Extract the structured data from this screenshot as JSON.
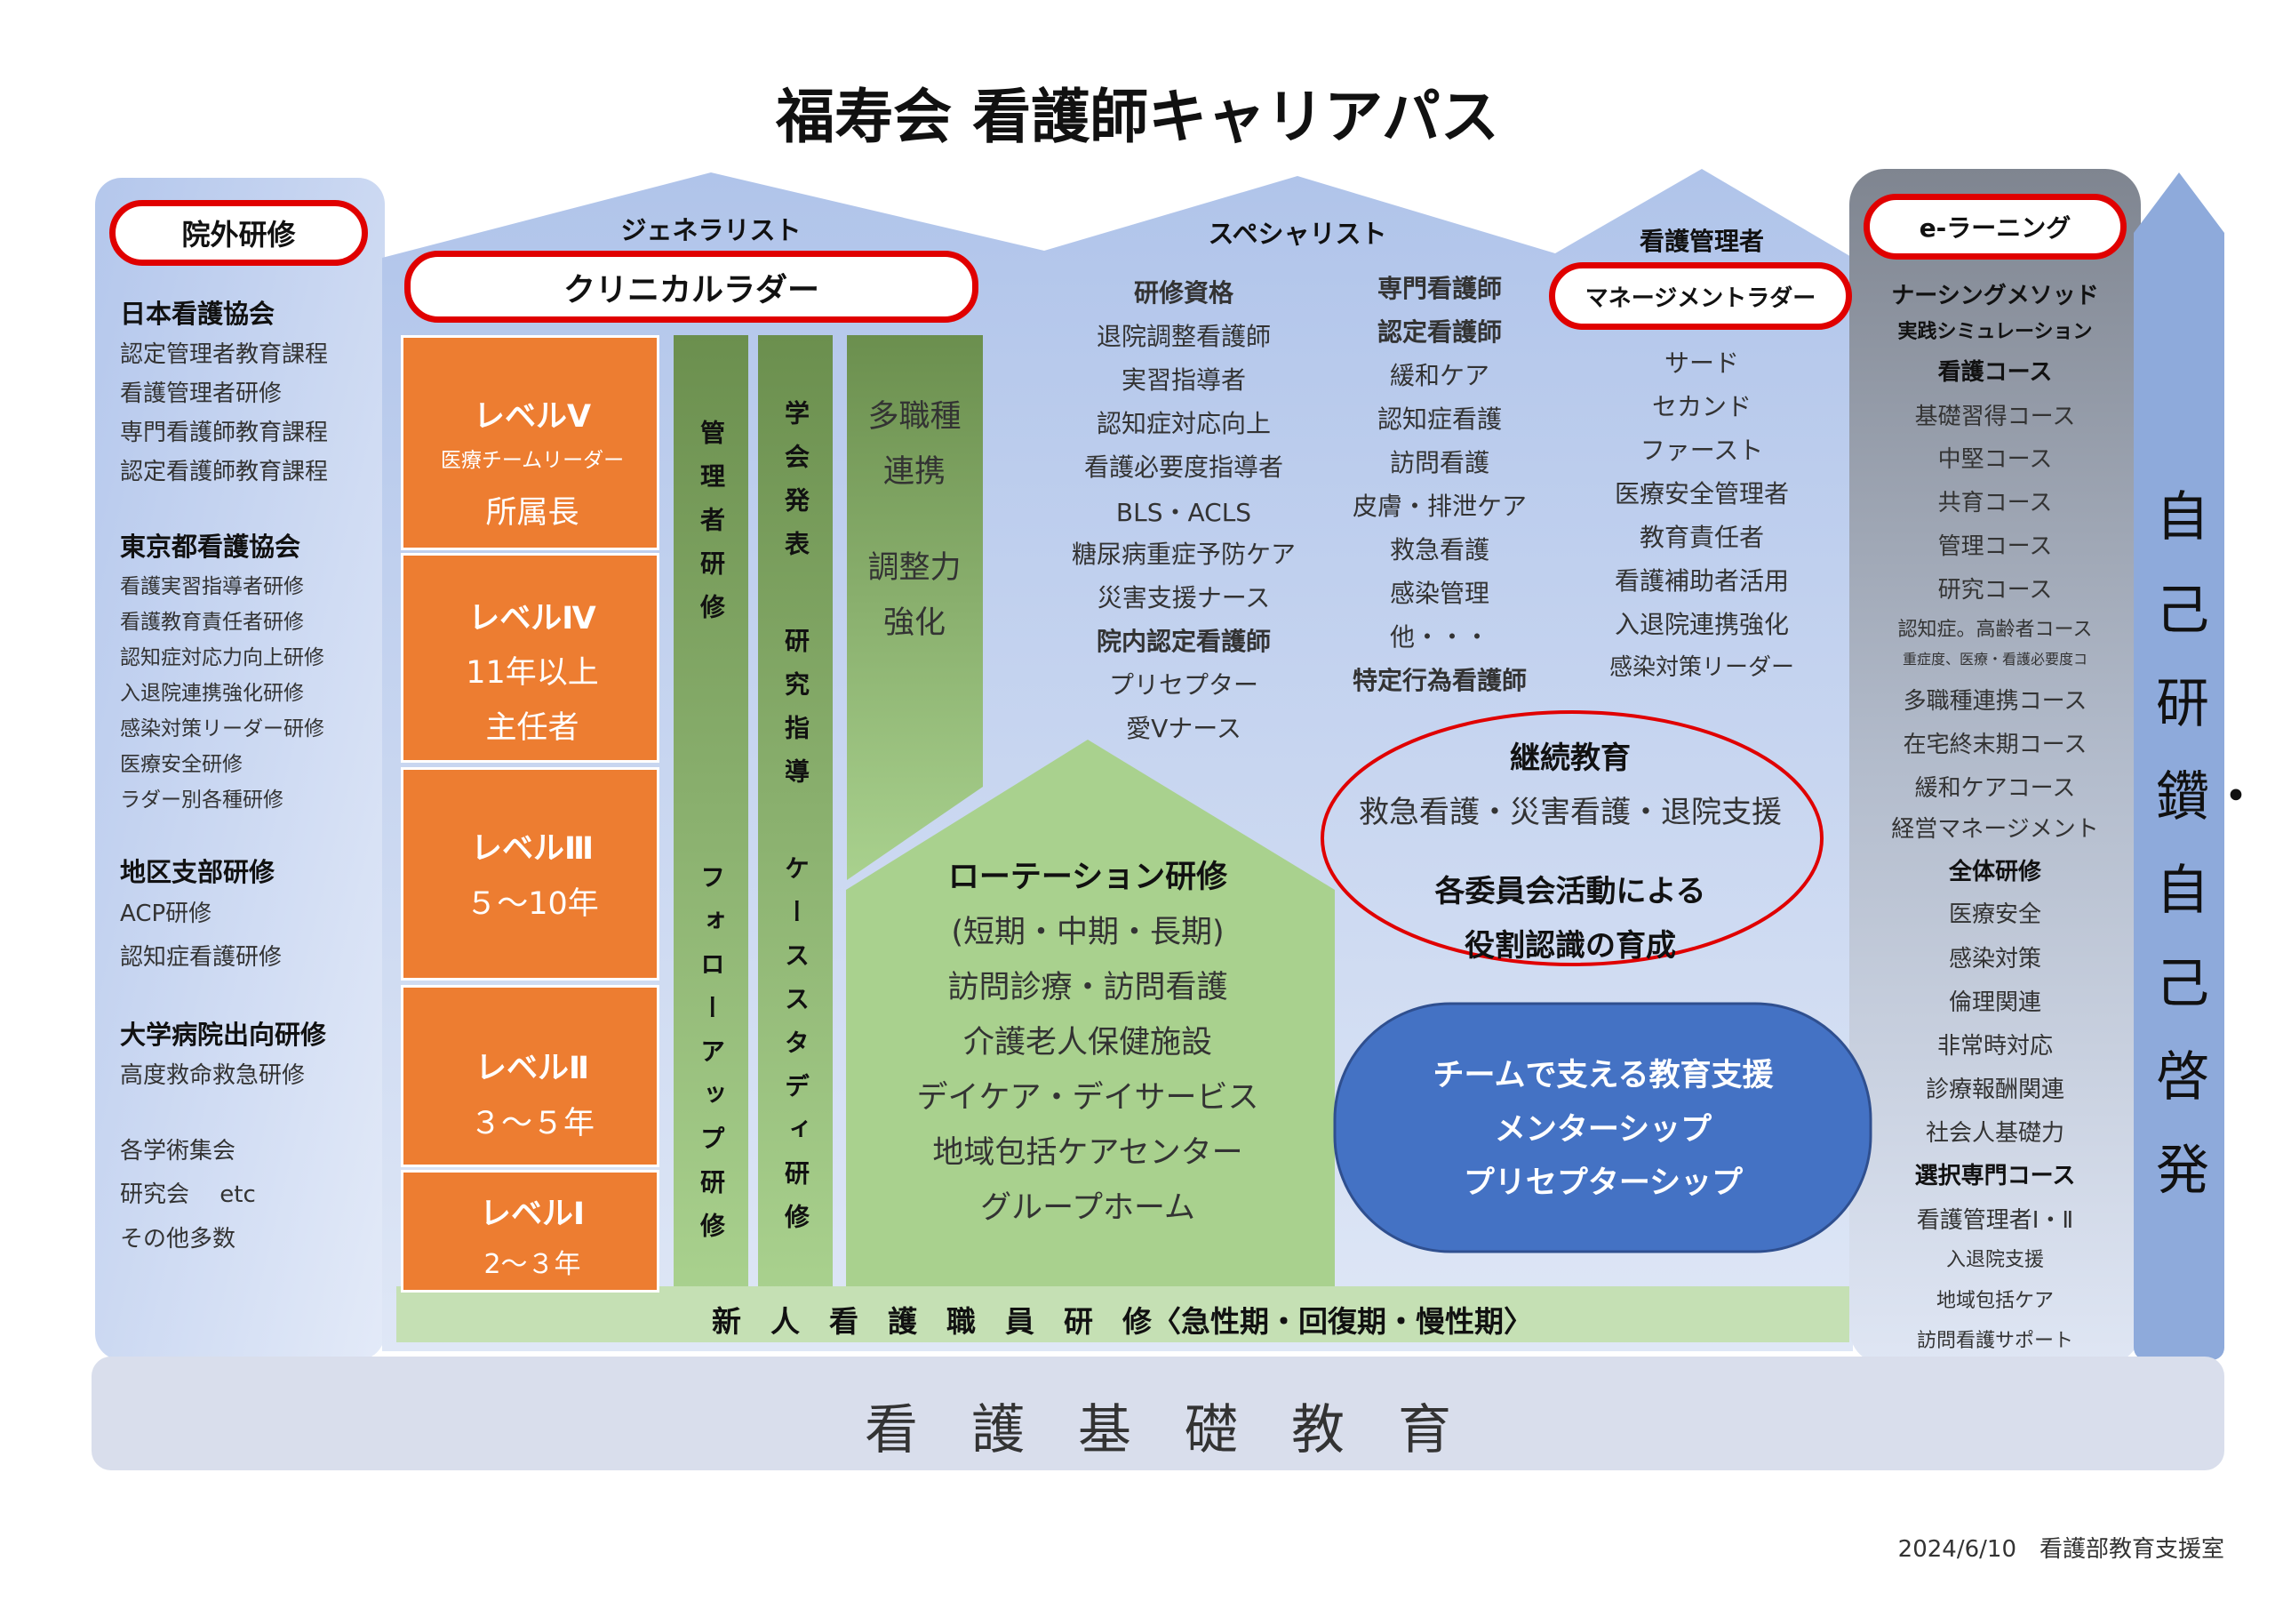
{
  "title": "福寿会 看護師キャリアパス",
  "outside": {
    "box": "院外研修",
    "groups": [
      {
        "heading": "日本看護協会",
        "items": [
          "認定管理者教育課程",
          "看護管理者研修",
          "専門看護師教育課程",
          "認定看護師教育課程"
        ]
      },
      {
        "heading": "東京都看護協会",
        "items": [
          "看護実習指導者研修",
          "看護教育責任者研修",
          "認知症対応力向上研修",
          "入退院連携強化研修",
          "感染対策リーダー研修",
          "医療安全研修",
          "ラダー別各種研修"
        ]
      },
      {
        "heading": "地区支部研修",
        "items": [
          "ACP研修",
          "認知症看護研修"
        ]
      },
      {
        "heading": "大学病院出向研修",
        "items": [
          "高度救命救急研修"
        ]
      },
      {
        "heading": "",
        "items": [
          "各学術集会",
          "研究会　 etc",
          "その他多数"
        ]
      }
    ]
  },
  "generalist": {
    "label": "ジェネラリスト",
    "ladder": "クリニカルラダー",
    "levels": [
      {
        "name": "レベルⅤ",
        "sub": "医療チームリーダー",
        "role": "所属長"
      },
      {
        "name": "レベルⅣ",
        "years": "11年以上",
        "role": "主任者"
      },
      {
        "name": "レベルⅢ",
        "years": "５～10年"
      },
      {
        "name": "レベルⅡ",
        "years": "３～５年"
      },
      {
        "name": "レベルⅠ",
        "years": "2～３年"
      }
    ],
    "col_mgmt": [
      "管理者研修",
      "フォローアップ研修"
    ],
    "col_research": [
      "学会発表",
      "研究指導",
      "ケーススタディ研修"
    ],
    "col_multi": [
      "多職種",
      "連携",
      "調整力",
      "強化"
    ]
  },
  "rotation": {
    "title": "ローテーション研修",
    "items": [
      "(短期・中期・長期)",
      "訪問診療・訪問看護",
      "介護老人保健施設",
      "デイケア・デイサービス",
      "地域包括ケアセンター",
      "グループホーム"
    ]
  },
  "specialist": {
    "label": "スペシャリスト",
    "qual": {
      "heading": "研修資格",
      "items": [
        "退院調整看護師",
        "実習指導者",
        "認知症対応向上",
        "看護必要度指導者",
        "BLS・ACLS",
        "糖尿病重症予防ケア",
        "災害支援ナース"
      ],
      "heading2": "院内認定看護師",
      "items2": [
        "プリセプター",
        "愛Vナース"
      ]
    },
    "cert": {
      "heading": "専門看護師",
      "heading2": "認定看護師",
      "items": [
        "緩和ケア",
        "認知症看護",
        "訪問看護",
        "皮膚・排泄ケア",
        "救急看護",
        "感染管理",
        "他・・・"
      ],
      "heading3": "特定行為看護師"
    }
  },
  "manager": {
    "label": "看護管理者",
    "ladder": "マネージメントラダー",
    "items": [
      "サード",
      "セカンド",
      "ファースト",
      "医療安全管理者",
      "教育責任者",
      "看護補助者活用",
      "入退院連携強化",
      "感染対策リーダー"
    ]
  },
  "continuing": {
    "title": "継続教育",
    "line1": "救急看護・災害看護・退院支援",
    "line2": "各委員会活動による",
    "line3": "役割認識の育成"
  },
  "team": {
    "line1": "チームで支える教育支援",
    "line2": "メンターシップ",
    "line3": "プリセプターシップ"
  },
  "elearning": {
    "box": "e-ラーニング",
    "items": [
      {
        "t": "ナーシングメソッド",
        "k": "h"
      },
      {
        "t": "実践シミュレーション",
        "k": "h s"
      },
      {
        "t": "看護コース",
        "k": "h"
      },
      {
        "t": "基礎習得コース",
        "k": ""
      },
      {
        "t": "中堅コース",
        "k": ""
      },
      {
        "t": "共育コース",
        "k": ""
      },
      {
        "t": "管理コース",
        "k": ""
      },
      {
        "t": "研究コース",
        "k": ""
      },
      {
        "t": "認知症。高齢者コース",
        "k": "s"
      },
      {
        "t": "重症度、医療・看護必要度コ",
        "k": "xs"
      },
      {
        "t": "多職種連携コース",
        "k": ""
      },
      {
        "t": "在宅終末期コース",
        "k": ""
      },
      {
        "t": "緩和ケアコース",
        "k": ""
      },
      {
        "t": "経営マネージメント",
        "k": ""
      },
      {
        "t": "全体研修",
        "k": "h"
      },
      {
        "t": "医療安全",
        "k": ""
      },
      {
        "t": "感染対策",
        "k": ""
      },
      {
        "t": "倫理関連",
        "k": ""
      },
      {
        "t": "非常時対応",
        "k": ""
      },
      {
        "t": "診療報酬関連",
        "k": ""
      },
      {
        "t": "社会人基礎力",
        "k": ""
      },
      {
        "t": "選択専門コース",
        "k": "h"
      },
      {
        "t": "看護管理者Ⅰ・Ⅱ",
        "k": ""
      },
      {
        "t": "入退院支援",
        "k": "s"
      },
      {
        "t": "地域包括ケア",
        "k": "s"
      },
      {
        "t": "訪問看護サポート",
        "k": "s"
      }
    ]
  },
  "self_dev": "自己研鑽・自己啓発",
  "new_staff": "新　人　看　護　職　員　研　修〈急性期・回復期・慢性期〉",
  "foundation": "看　護　基　礎　教　育",
  "footer": "2024/6/10　看護部教育支援室"
}
